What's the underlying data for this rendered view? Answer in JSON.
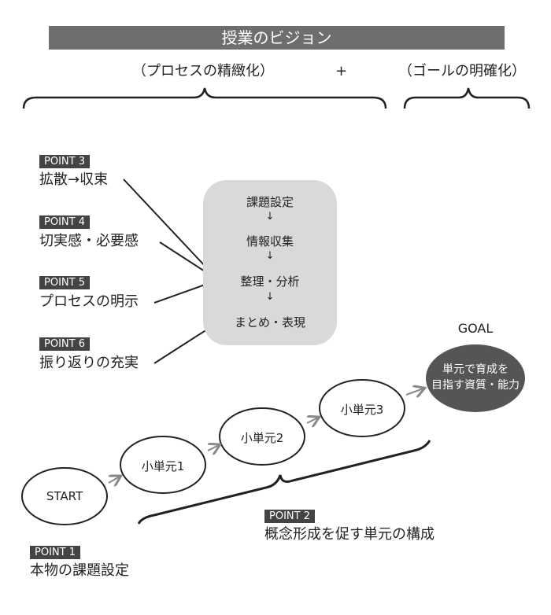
{
  "title": "授業のビジョン",
  "header": {
    "left_label": "（プロセスの精緻化）",
    "plus": "+",
    "right_label": "（ゴールの明確化）"
  },
  "points": [
    {
      "badge": "POINT 3",
      "text": "拡散→収束"
    },
    {
      "badge": "POINT 4",
      "text": "切実感・必要感"
    },
    {
      "badge": "POINT 5",
      "text": "プロセスの明示"
    },
    {
      "badge": "POINT 6",
      "text": "振り返りの充実"
    },
    {
      "badge": "POINT 2",
      "text": "概念形成を促す単元の構成"
    },
    {
      "badge": "POINT 1",
      "text": "本物の課題設定"
    }
  ],
  "process_steps": [
    "課題設定",
    "情報収集",
    "整理・分析",
    "まとめ・表現"
  ],
  "step_arrow": "↓",
  "flow": [
    "START",
    "小単元1",
    "小単元2",
    "小単元3"
  ],
  "goal": {
    "label": "GOAL",
    "line1": "単元で育成を",
    "line2": "目指す資質・能力",
    "color": "#555555"
  },
  "colors": {
    "title_bar": "#6e6e6e",
    "process_box": "#d8d9d9",
    "badge": "#444444",
    "arrow": "#888888"
  }
}
